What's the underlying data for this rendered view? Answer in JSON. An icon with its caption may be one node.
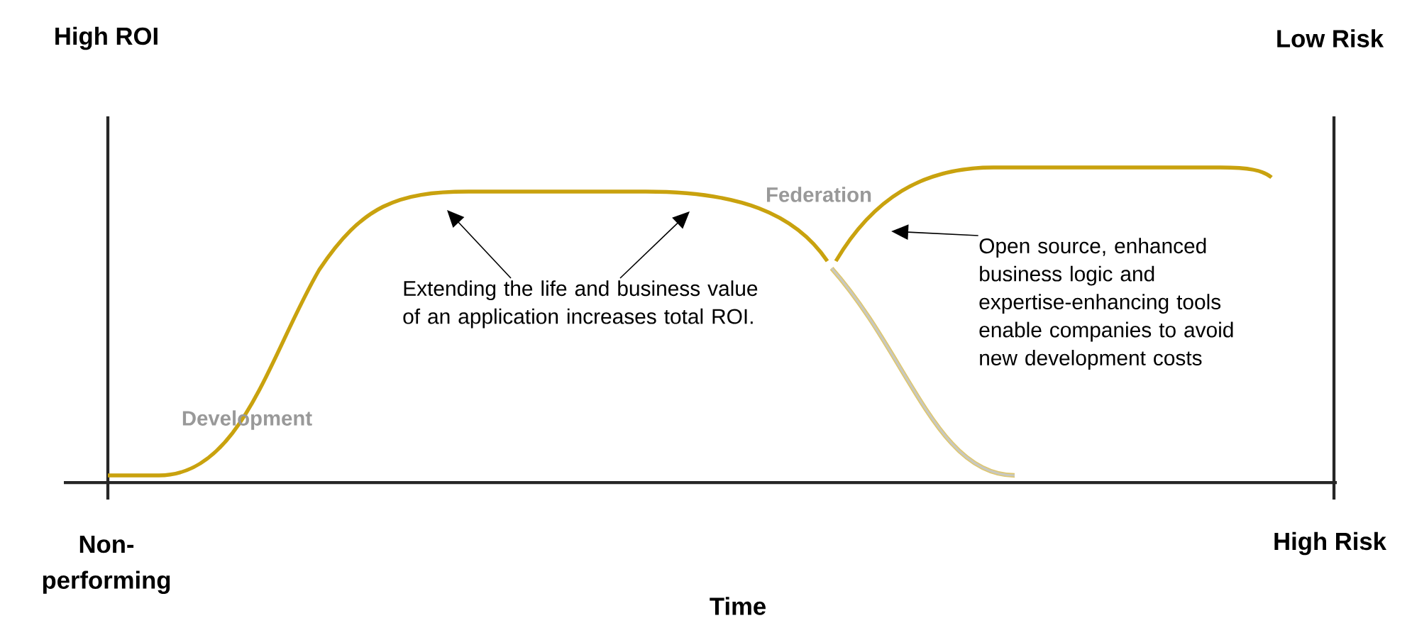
{
  "diagram": {
    "nodes": [
      {
        "text": [
          "Extending the life and business value of an application increases total ROI."
        ]
      },
      {
        "text": [
          "Open source, enhanced business logic and expertise-enhancing tools enable companies to avoid new development costs"
        ]
      }
    ],
    "edges": [
      {
        "from": 0,
        "to": null,
        "arrow": "to"
      },
      {
        "from": 0,
        "to": null,
        "arrow": "to"
      },
      {
        "from": 1,
        "to": null,
        "arrow": "to"
      }
    ],
    "labels": [
      "High ROI",
      "Low Risk",
      "Federation",
      "Development",
      "Non- performing",
      "High Risk",
      "Time"
    ]
  }
}
